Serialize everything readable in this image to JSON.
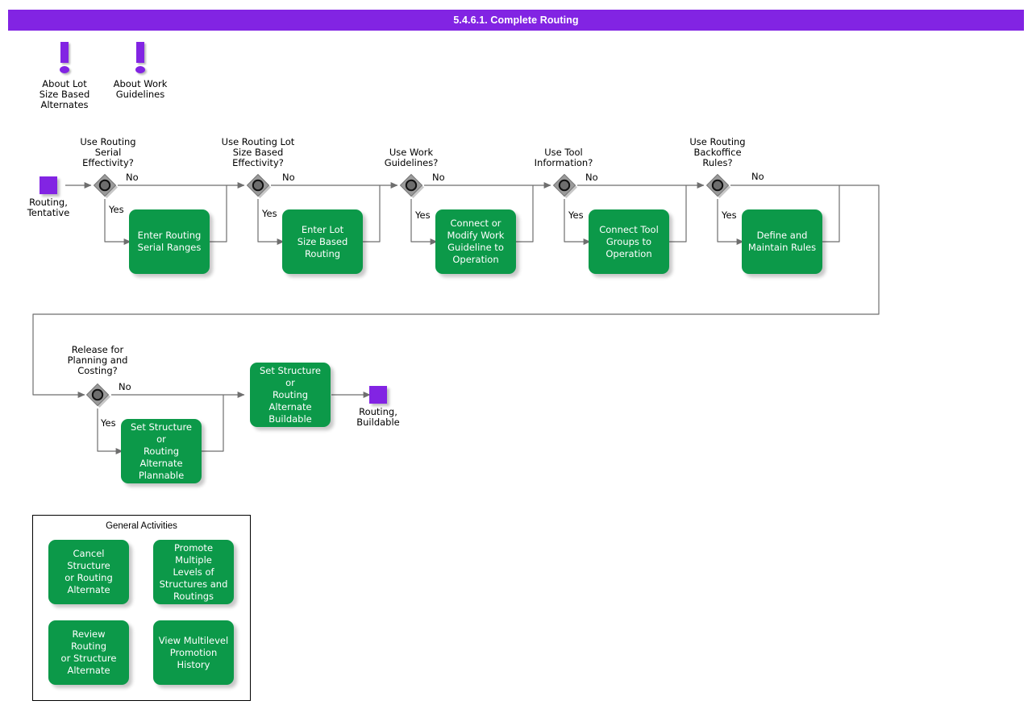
{
  "header": {
    "title": "5.4.6.1. Complete Routing",
    "bar_color": "#8224e3"
  },
  "colors": {
    "accent_purple": "#8224e3",
    "activity_green": "#0c9949",
    "gateway_gray": "#9b9b9b",
    "gateway_border": "#4d4d4d",
    "line": "#6e6e6e",
    "text": "#000000"
  },
  "notes": [
    {
      "name": "about-lot-size-based-alternates",
      "label": "About Lot\nSize Based\nAlternates",
      "icon": "info-exclamation-icon"
    },
    {
      "name": "about-work-guidelines",
      "label": "About Work\nGuidelines",
      "icon": "info-exclamation-icon"
    }
  ],
  "terminators": [
    {
      "name": "routing-tentative",
      "label": "Routing,\nTentative"
    },
    {
      "name": "routing-buildable",
      "label": "Routing,\nBuildable"
    }
  ],
  "gateways": [
    {
      "name": "use-routing-serial-effectivity",
      "question": "Use Routing\nSerial\nEffectivity?",
      "yes": "Yes",
      "no": "No"
    },
    {
      "name": "use-routing-lot-size-based-effectivity",
      "question": "Use Routing Lot\nSize Based\nEffectivity?",
      "yes": "Yes",
      "no": "No"
    },
    {
      "name": "use-work-guidelines",
      "question": "Use Work\nGuidelines?",
      "yes": "Yes",
      "no": "No"
    },
    {
      "name": "use-tool-information",
      "question": "Use Tool\nInformation?",
      "yes": "Yes",
      "no": "No"
    },
    {
      "name": "use-routing-backoffice-rules",
      "question": "Use Routing\nBackoffice\nRules?",
      "yes": "Yes",
      "no": "No"
    },
    {
      "name": "release-for-planning-and-costing",
      "question": "Release for\nPlanning and\nCosting?",
      "yes": "Yes",
      "no": "No"
    }
  ],
  "activities": [
    {
      "name": "enter-routing-serial-ranges",
      "label": "Enter Routing\nSerial Ranges"
    },
    {
      "name": "enter-lot-size-based-routing",
      "label": "Enter Lot\nSize Based\nRouting"
    },
    {
      "name": "connect-or-modify-work-guideline-to-operation",
      "label": "Connect or\nModify Work\nGuideline to\nOperation"
    },
    {
      "name": "connect-tool-groups-to-operation",
      "label": "Connect Tool\nGroups to\nOperation"
    },
    {
      "name": "define-and-maintain-rules",
      "label": "Define and\nMaintain Rules"
    },
    {
      "name": "set-structure-or-routing-alternate-plannable",
      "label": "Set Structure or\nRouting\nAlternate\nPlannable"
    },
    {
      "name": "set-structure-or-routing-alternate-buildable",
      "label": "Set Structure or\nRouting\nAlternate\nBuildable"
    }
  ],
  "general_activities": {
    "title": "General Activities",
    "items": [
      {
        "name": "cancel-structure-or-routing-alternate",
        "label": "Cancel Structure\nor Routing\nAlternate"
      },
      {
        "name": "promote-multiple-levels-of-structures-and-routings",
        "label": "Promote Multiple\nLevels of\nStructures and\nRoutings"
      },
      {
        "name": "review-routing-or-structure-alternate",
        "label": "Review Routing\nor Structure\nAlternate"
      },
      {
        "name": "view-multilevel-promotion-history",
        "label": "View Multilevel\nPromotion\nHistory"
      }
    ]
  }
}
